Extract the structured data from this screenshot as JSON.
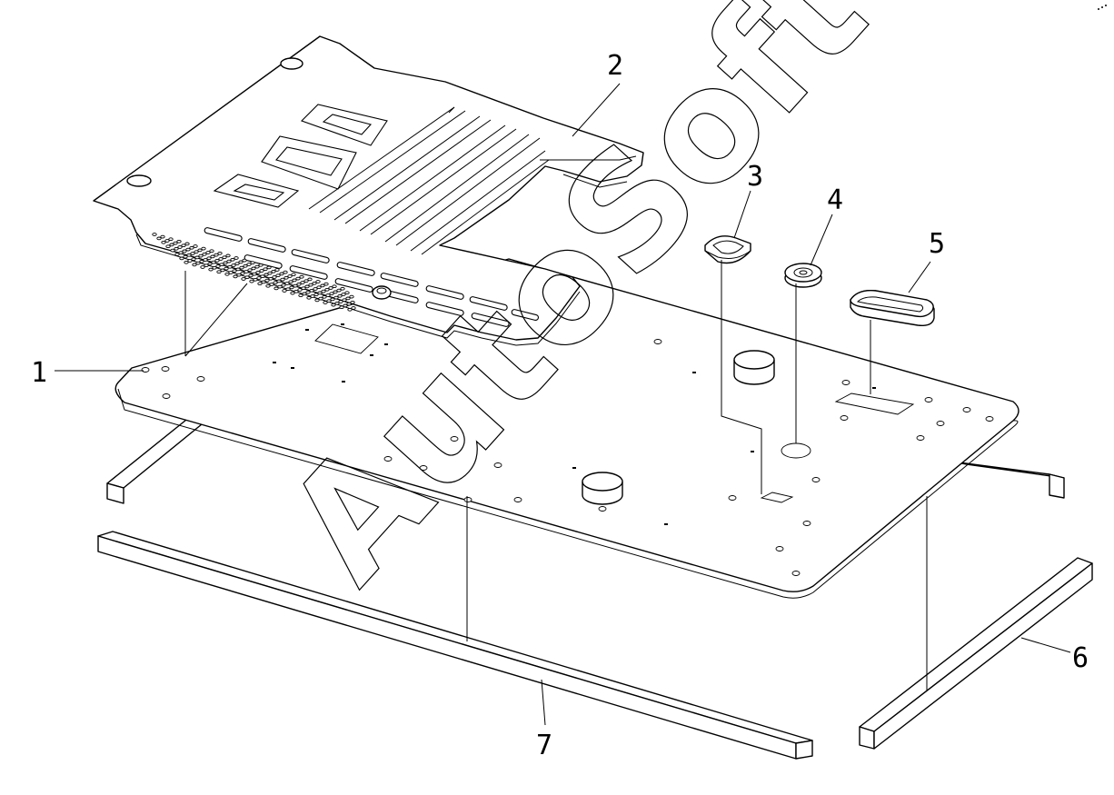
{
  "watermark": {
    "text": "AutoSoft"
  },
  "callouts": [
    {
      "id": "1",
      "label": "1",
      "part": "floor-plate"
    },
    {
      "id": "2",
      "label": "2",
      "part": "floor-mat"
    },
    {
      "id": "3",
      "label": "3",
      "part": "square-grommet"
    },
    {
      "id": "4",
      "label": "4",
      "part": "round-grommet"
    },
    {
      "id": "5",
      "label": "5",
      "part": "rectangular-grommet"
    },
    {
      "id": "6",
      "label": "6",
      "part": "right-support-beam"
    },
    {
      "id": "7",
      "label": "7",
      "part": "front-support-beam"
    }
  ]
}
